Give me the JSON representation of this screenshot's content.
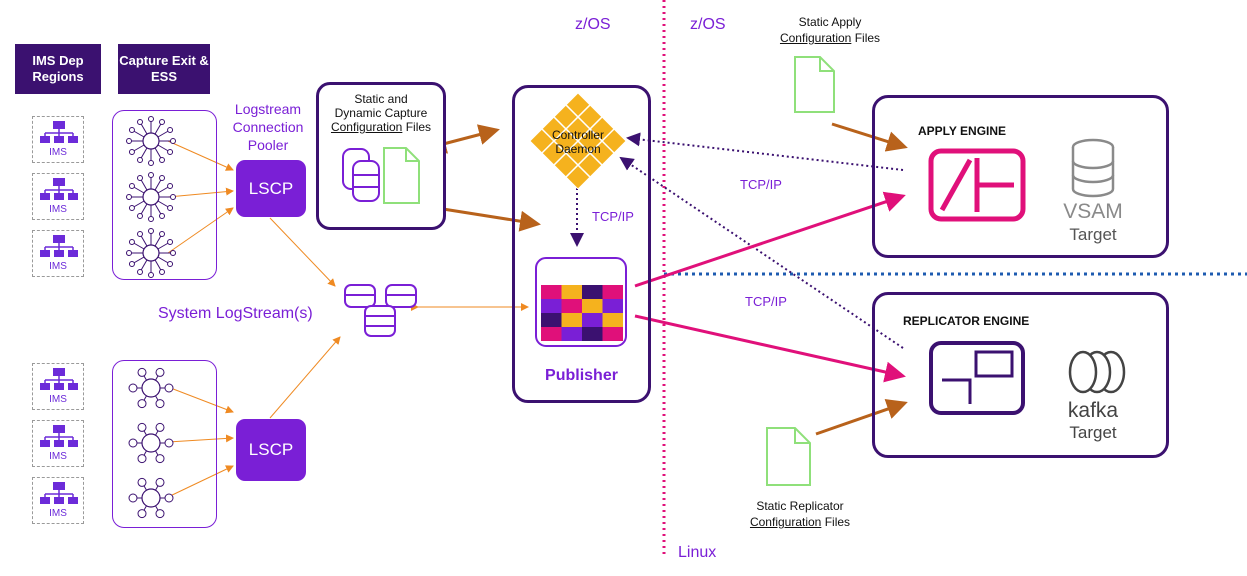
{
  "headers": {
    "ims_dep_regions": "IMS Dep Regions",
    "capture_exit": "Capture Exit & ESS"
  },
  "ims_label": "IMS",
  "lscp_label": "LSCP",
  "logstream_pooler": "Logstream Connection Pooler",
  "system_logstream": "System LogStream(s)",
  "capture_config": {
    "line1": "Static and",
    "line2": "Dynamic Capture",
    "config_word": "Configuration",
    "files_word": " Files"
  },
  "controller_daemon": {
    "line1": "Controller",
    "line2": "Daemon"
  },
  "publisher": "Publisher",
  "zos_left": "z/OS",
  "zos_right": "z/OS",
  "linux": "Linux",
  "tcpip": [
    "TCP/IP",
    "TCP/IP",
    "TCP/IP"
  ],
  "apply_config": {
    "line1": "Static Apply",
    "config_word": "Configuration",
    "files_word": " Files"
  },
  "replicator_config": {
    "line1": "Static Replicator",
    "config_word": "Configuration",
    "files_word": " Files"
  },
  "apply_engine": {
    "title": "APPLY ENGINE",
    "target_name": "VSAM",
    "target_word": "Target"
  },
  "replicator_engine": {
    "title": "REPLICATOR ENGINE",
    "target_name": "kafka",
    "target_word": "Target"
  },
  "colors": {
    "dark_purple": "#3b1170",
    "purple": "#7a1fd6",
    "magenta": "#e0107a",
    "orange": "#ef8a22",
    "brown": "#b8621b",
    "green": "#8fe07a",
    "blue_dotted": "#1d5bb0"
  }
}
